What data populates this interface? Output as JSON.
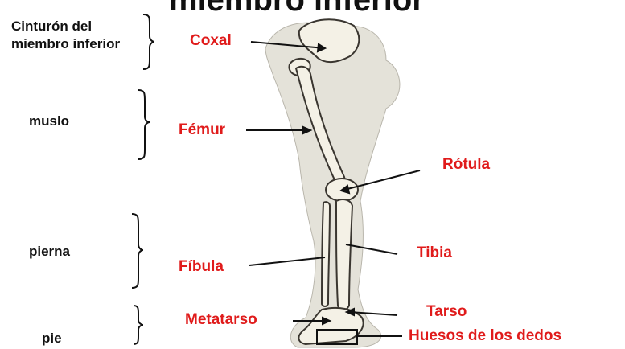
{
  "title": "miembro inferior",
  "regions": {
    "girdle": "Cinturón del miembro inferior",
    "thigh": "muslo",
    "leg": "pierna",
    "foot": "pie"
  },
  "bones": {
    "coxal": "Coxal",
    "femur": "Fémur",
    "rotula": "Rótula",
    "tibia": "Tibia",
    "fibula": "Fíbula",
    "metatarso": "Metatarso",
    "tarso": "Tarso",
    "dedos": "Huesos de los dedos"
  },
  "colors": {
    "label": "#e01b1b",
    "region": "#111111",
    "skin": "#e4e2d9",
    "bone": "#f4f1e6",
    "outline": "#3a3630"
  }
}
